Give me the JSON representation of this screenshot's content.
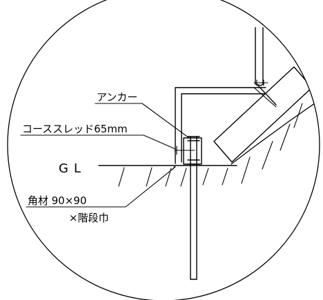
{
  "labels": {
    "anchor": "アンカー",
    "coach_screw": "コーススレッド65mm",
    "ground_level": "GL",
    "timber_line1": "角材 90×90",
    "timber_line2": "×階段巾"
  }
}
